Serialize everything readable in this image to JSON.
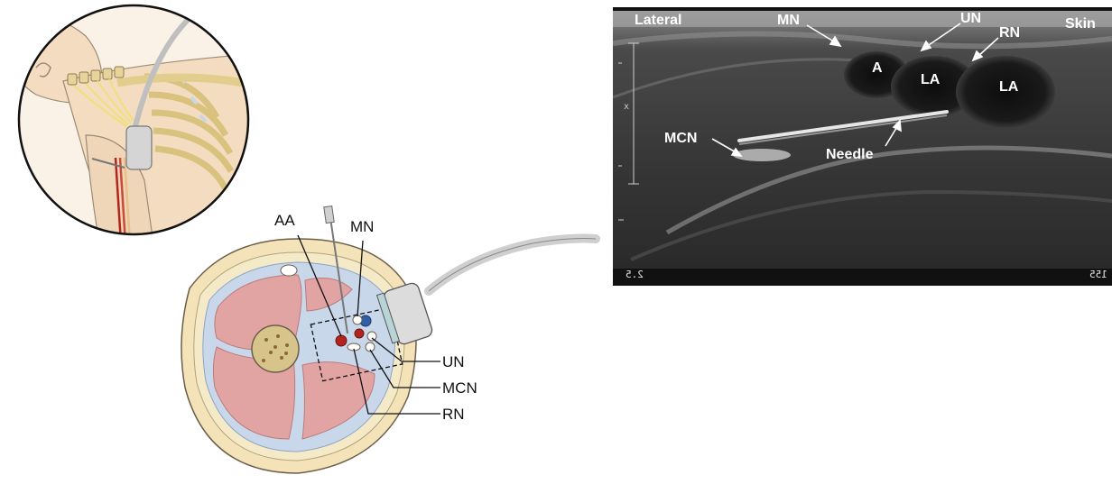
{
  "figure": {
    "cross_section_labels": {
      "aa": "AA",
      "mn": "MN",
      "un": "UN",
      "mcn": "MCN",
      "rn": "RN"
    },
    "ultrasound_labels": {
      "lateral": "Lateral",
      "mn": "MN",
      "un": "UN",
      "rn": "RN",
      "skin": "Skin",
      "artery": "A",
      "la_1": "LA",
      "la_2": "LA",
      "mcn": "MCN",
      "needle": "Needle",
      "depth_left": "2.5",
      "depth_right": "155"
    },
    "colors": {
      "skin": "#f4e3b8",
      "fat": "#f5eac8",
      "muscle": "#e2a3a3",
      "bone": "#d7c48a",
      "fascia": "#c8d7ea",
      "artery": "#b3241e",
      "vein": "#2e5fa8",
      "ultrasound_bg": "#141414"
    }
  }
}
